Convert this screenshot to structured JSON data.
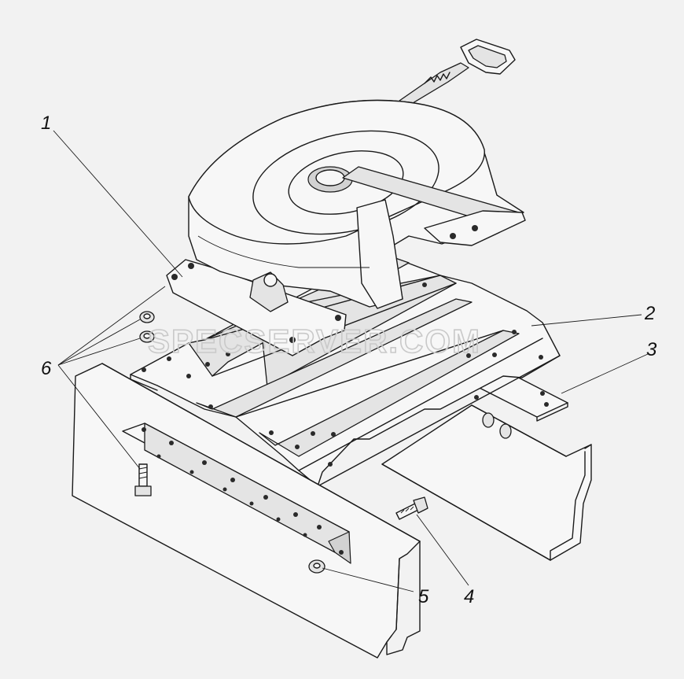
{
  "watermark": "SPECSERVER.COM",
  "callouts": {
    "c1": "1",
    "c2": "2",
    "c3": "3",
    "c4": "4",
    "c5": "5",
    "c6": "6"
  }
}
